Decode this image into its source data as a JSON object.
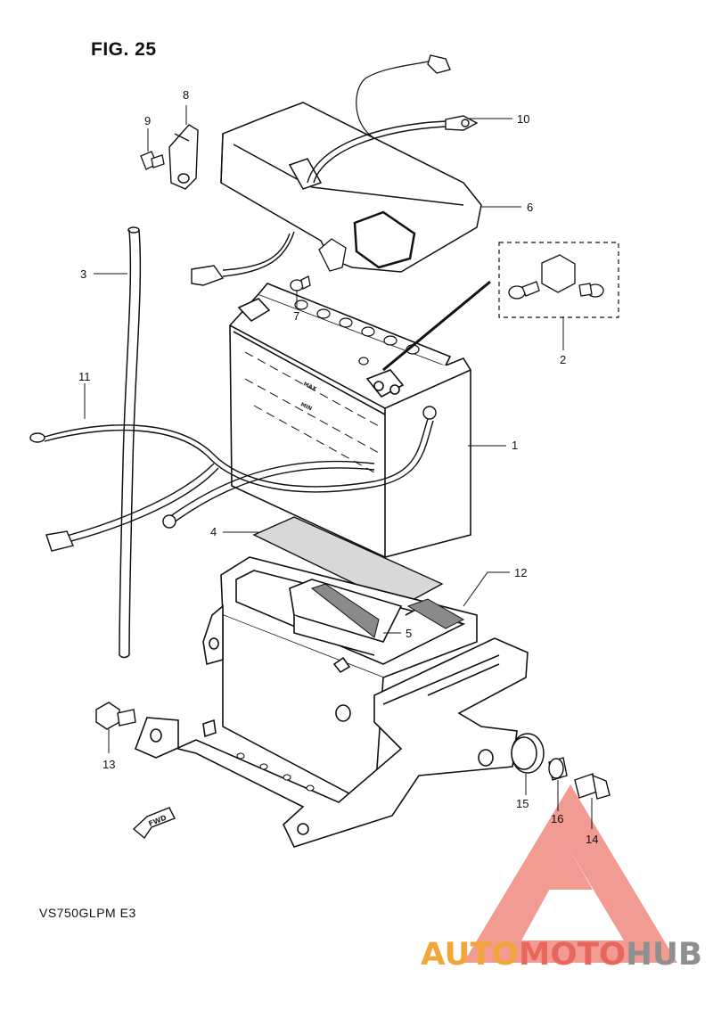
{
  "figure": {
    "title": "FIG. 25",
    "model": "VS750GLPM E3"
  },
  "battery_labels": {
    "max": "MAX",
    "min": "MIN"
  },
  "direction_mark": "FWD",
  "callouts": [
    {
      "id": "1",
      "part": "battery"
    },
    {
      "id": "2",
      "part": "terminal-bolt-set"
    },
    {
      "id": "3",
      "part": "breather-hose"
    },
    {
      "id": "4",
      "part": "battery-cushion"
    },
    {
      "id": "5",
      "part": "battery-holder-cushion"
    },
    {
      "id": "6",
      "part": "battery-cover"
    },
    {
      "id": "7",
      "part": "screw"
    },
    {
      "id": "8",
      "part": "clamp"
    },
    {
      "id": "9",
      "part": "screw"
    },
    {
      "id": "10",
      "part": "negative-lead-wire"
    },
    {
      "id": "11",
      "part": "positive-lead-wire"
    },
    {
      "id": "12",
      "part": "battery-holder"
    },
    {
      "id": "13",
      "part": "bolt"
    },
    {
      "id": "14",
      "part": "bolt"
    },
    {
      "id": "15",
      "part": "cushion"
    },
    {
      "id": "16",
      "part": "spacer"
    }
  ],
  "watermark": {
    "brand_part1": "AUTO",
    "brand_part2": "MOTO",
    "brand_part3": "HUB",
    "colors": {
      "triangle": "#ef8a80",
      "orange": "#f2a63a",
      "red": "#e8675d",
      "gray": "#8f8f8f"
    }
  }
}
